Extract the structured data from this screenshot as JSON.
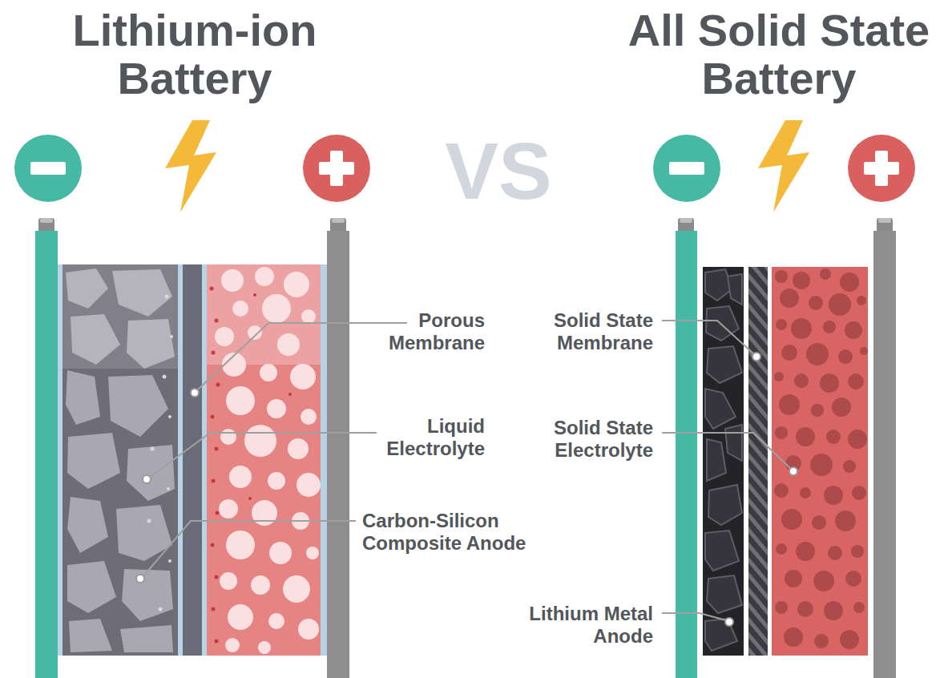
{
  "diagram": {
    "labels": [
      "Lithium-ion Battery",
      "VS",
      "All Solid State Battery",
      "Porous Membrane",
      "Liquid Electrolyte",
      "Carbon-Silicon Composite Anode",
      "Solid State Membrane",
      "Solid State Electrolyte",
      "Lithium Metal Anode"
    ]
  }
}
